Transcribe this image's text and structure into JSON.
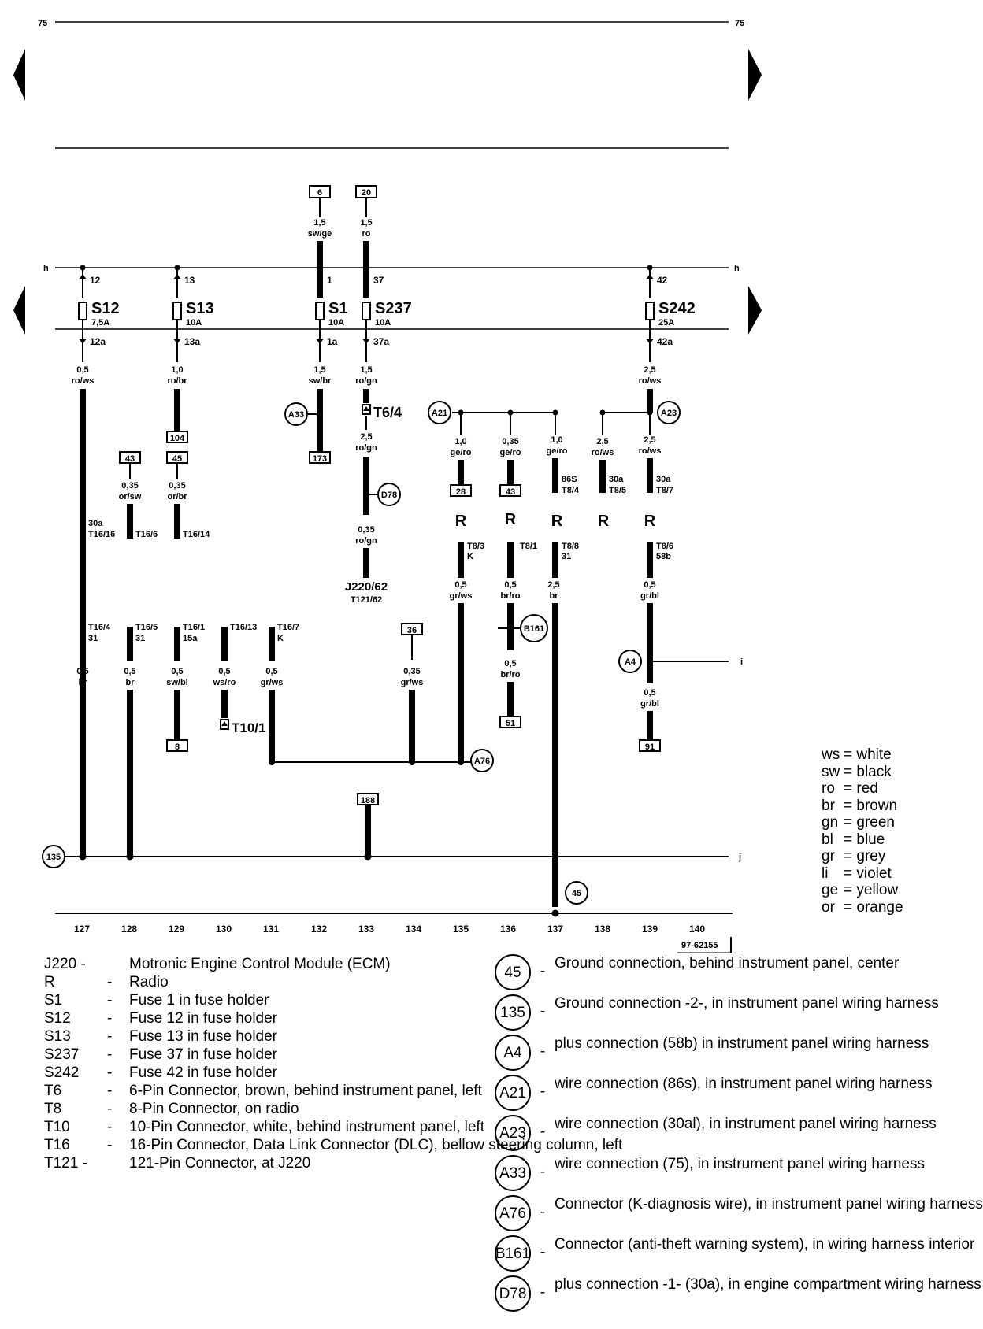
{
  "page": {
    "number_left": "75",
    "number_right": "75",
    "doc_code": "97-62155"
  },
  "fuses": [
    {
      "code": "S12",
      "rating": "7,5A",
      "in": "12",
      "out": "12a"
    },
    {
      "code": "S13",
      "rating": "10A",
      "in": "13",
      "out": "13a"
    },
    {
      "code": "S1",
      "rating": "10A",
      "in": "1",
      "out": "1a"
    },
    {
      "code": "S237",
      "rating": "10A",
      "in": "37",
      "out": "37a"
    },
    {
      "code": "S242",
      "rating": "25A",
      "in": "42",
      "out": "42a"
    }
  ],
  "bus_labels": {
    "h_left": "h",
    "h_right": "h",
    "i_right": "i",
    "j_right": "j"
  },
  "top_refs": [
    "6",
    "20"
  ],
  "wire_labels": {
    "w6": [
      "1,5",
      "sw/ge"
    ],
    "w20": [
      "1,5",
      "ro"
    ],
    "s12_out": [
      "0,5",
      "ro/ws"
    ],
    "s13_out": [
      "1,0",
      "ro/br"
    ],
    "s1_out": [
      "1,5",
      "sw/br"
    ],
    "s237_out": [
      "1,5",
      "ro/gn"
    ],
    "s242_out": [
      "2,5",
      "ro/ws"
    ],
    "t6_out": [
      "2,5",
      "ro/gn"
    ],
    "d78_out": [
      "0,35",
      "ro/gn"
    ],
    "r1": [
      "1,0",
      "ge/ro"
    ],
    "r2": [
      "0,35",
      "ge/ro"
    ],
    "r3": [
      "1,0",
      "ge/ro"
    ],
    "r4": [
      "2,5",
      "ro/ws"
    ],
    "r5": [
      "2,5",
      "ro/ws"
    ],
    "ref43": [
      "0,35",
      "or/sw"
    ],
    "ref45": [
      "0,35",
      "or/br"
    ],
    "k_r": [
      "0,5",
      "gr/ws"
    ],
    "t81": [
      "0,5",
      "br/ro"
    ],
    "b161_out": [
      "0,5",
      "br/ro"
    ],
    "t88": [
      "2,5",
      "br"
    ],
    "t86": [
      "0,5",
      "gr/bl"
    ],
    "a4_out": [
      "0,5",
      "gr/bl"
    ],
    "ref36": [
      "0,35",
      "gr/ws"
    ],
    "b1": [
      "0,5",
      "br"
    ],
    "b2": [
      "0,5",
      "br"
    ],
    "b3": [
      "0,5",
      "sw/bl"
    ],
    "b4": [
      "0,5",
      "ws/ro"
    ],
    "b5": [
      "0,5",
      "gr/ws"
    ]
  },
  "pin_labels": {
    "t16_16": [
      "30a",
      "T16/16"
    ],
    "t16_6": "T16/6",
    "t16_14": "T16/14",
    "t8_4": [
      "86S",
      "T8/4"
    ],
    "t8_5": [
      "30a",
      "T8/5"
    ],
    "t8_7": [
      "30a",
      "T8/7"
    ],
    "t8_3": [
      "T8/3",
      "K"
    ],
    "t8_1": "T8/1",
    "t8_8": [
      "T8/8",
      "31"
    ],
    "t8_6": [
      "T8/6",
      "58b"
    ],
    "t16_4": [
      "T16/4",
      "31"
    ],
    "t16_5": [
      "T16/5",
      "31"
    ],
    "t16_1": [
      "T16/1",
      "15a"
    ],
    "t16_13": "T16/13",
    "t16_7": [
      "T16/7",
      "K"
    ],
    "j220": [
      "J220/62",
      "T121/62"
    ],
    "t6": "T6/4",
    "t10": "T10/1"
  },
  "radio_label": "R",
  "circles": [
    "A33",
    "A21",
    "A23",
    "D78",
    "B161",
    "A4",
    "A76",
    "135",
    "45"
  ],
  "refs": [
    "173",
    "104",
    "43",
    "45",
    "28",
    "43",
    "51",
    "91",
    "36",
    "188",
    "8"
  ],
  "columns": [
    "127",
    "128",
    "129",
    "130",
    "131",
    "132",
    "133",
    "134",
    "135",
    "136",
    "137",
    "138",
    "139",
    "140"
  ],
  "color_legend": [
    {
      "abbr": "ws",
      "name": "= white"
    },
    {
      "abbr": "sw",
      "name": "= black"
    },
    {
      "abbr": "ro",
      "name": "= red"
    },
    {
      "abbr": "br",
      "name": "= brown"
    },
    {
      "abbr": "gn",
      "name": "= green"
    },
    {
      "abbr": "bl",
      "name": "= blue"
    },
    {
      "abbr": "gr",
      "name": "= grey"
    },
    {
      "abbr": "li",
      "name": "= violet"
    },
    {
      "abbr": "ge",
      "name": "= yellow"
    },
    {
      "abbr": "or",
      "name": "= orange"
    }
  ],
  "components": [
    {
      "code": "J220 -",
      "dash": "",
      "desc": "Motronic Engine Control Module (ECM)"
    },
    {
      "code": "R",
      "dash": "-",
      "desc": "Radio"
    },
    {
      "code": "S1",
      "dash": "-",
      "desc": "Fuse 1 in fuse holder"
    },
    {
      "code": "S12",
      "dash": "-",
      "desc": "Fuse 12 in fuse holder"
    },
    {
      "code": "S13",
      "dash": "-",
      "desc": "Fuse 13 in fuse holder"
    },
    {
      "code": "S237",
      "dash": "-",
      "desc": "Fuse 37 in fuse holder"
    },
    {
      "code": "S242",
      "dash": "-",
      "desc": "Fuse 42 in fuse holder"
    },
    {
      "code": "T6",
      "dash": "-",
      "desc": "6-Pin Connector, brown, behind instrument panel, left"
    },
    {
      "code": "T8",
      "dash": "-",
      "desc": "8-Pin Connector, on radio"
    },
    {
      "code": "T10",
      "dash": "-",
      "desc": "10-Pin Connector, white, behind instrument panel, left"
    },
    {
      "code": "T16",
      "dash": "-",
      "desc": "16-Pin Connector, Data Link Connector (DLC), bellow steering column, left"
    },
    {
      "code": "T121 -",
      "dash": "",
      "desc": "121-Pin Connector, at J220"
    }
  ],
  "connections": [
    {
      "code": "45",
      "desc": "Ground connection, behind instrument panel, center"
    },
    {
      "code": "135",
      "desc": "Ground connection -2-, in instrument panel wiring harness"
    },
    {
      "code": "A4",
      "desc": "plus connection (58b) in instrument panel wiring harness"
    },
    {
      "code": "A21",
      "desc": "wire connection (86s), in instrument panel wiring harness"
    },
    {
      "code": "A23",
      "desc": "wire connection (30al), in instrument panel wiring harness"
    },
    {
      "code": "A33",
      "desc": "wire connection (75), in instrument panel wiring harness"
    },
    {
      "code": "A76",
      "desc": "Connector (K-diagnosis wire), in instrument panel wiring harness"
    },
    {
      "code": "B161",
      "desc": "Connector (anti-theft warning system), in wiring harness interior"
    },
    {
      "code": "D78",
      "desc": "plus connection -1- (30a), in engine compartment wiring harness"
    }
  ]
}
